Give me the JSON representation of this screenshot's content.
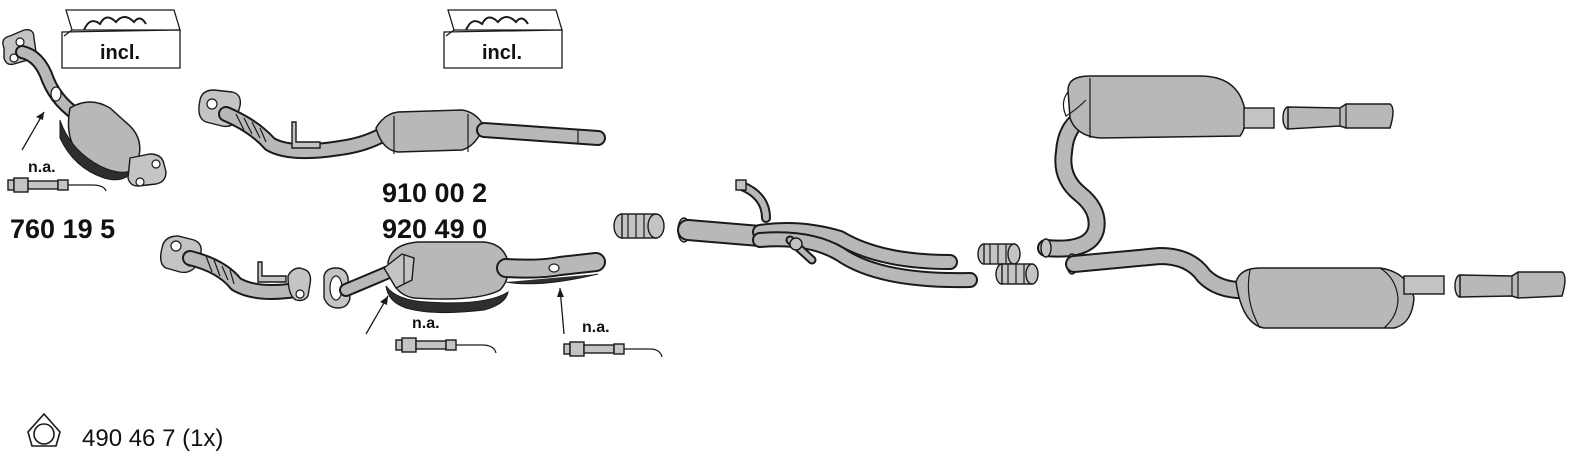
{
  "labels": {
    "cat_part_left": "760 19 5",
    "cat_part_top": "910 00 2",
    "cat_part_bottom": "920 49 0",
    "na_text": "n.a.",
    "incl_text": "incl.",
    "footer_gasket": "490 46 7 (1x)"
  },
  "colors": {
    "part_fill": "#b8b8b8",
    "outline": "#1a1a1a",
    "dark_shell": "#2e2e2e",
    "background": "#ffffff"
  },
  "icons": [
    "box-icon",
    "lambda-sensor-icon",
    "gasket-ring-icon",
    "clamp-icon"
  ]
}
